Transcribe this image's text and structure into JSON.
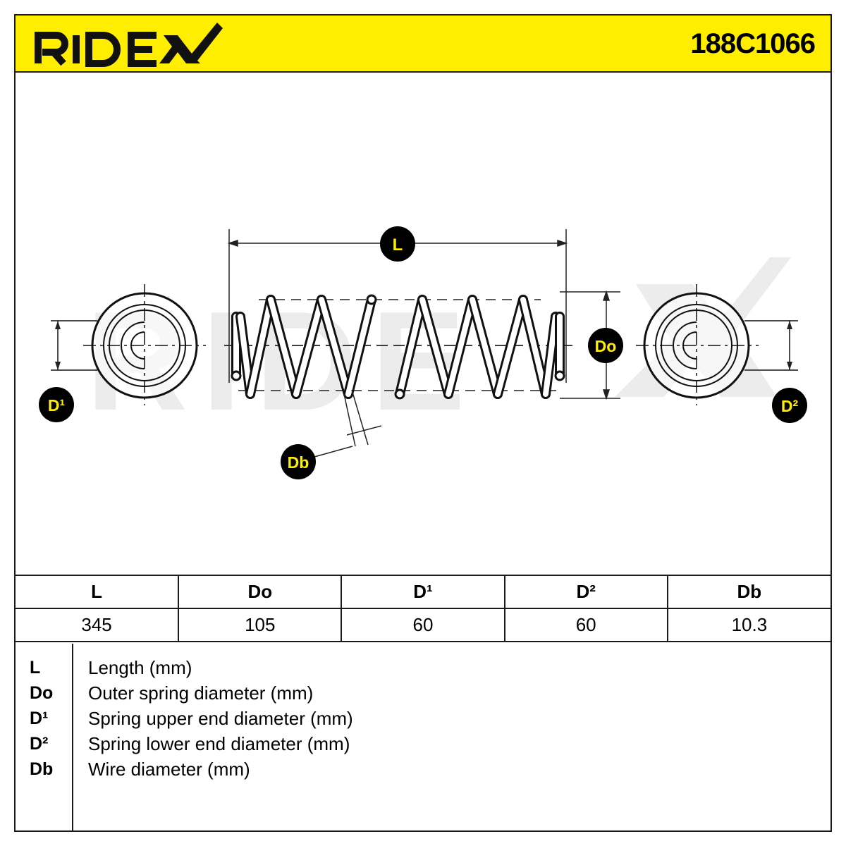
{
  "header": {
    "brand": "RIDEX",
    "part_number": "188C1066",
    "accent_color": "#ffee00"
  },
  "drawing": {
    "labels": {
      "length": "L",
      "outer_diameter": "Do",
      "upper_end_diameter": "D¹",
      "lower_end_diameter": "D²",
      "wire_diameter": "Db"
    },
    "watermark": "RIDEX"
  },
  "specs": {
    "headers": [
      "L",
      "Do",
      "D¹",
      "D²",
      "Db"
    ],
    "values": [
      "345",
      "105",
      "60",
      "60",
      "10.3"
    ]
  },
  "legend": [
    {
      "symbol": "L",
      "description": "Length (mm)"
    },
    {
      "symbol": "Do",
      "description": "Outer spring diameter (mm)"
    },
    {
      "symbol": "D¹",
      "description": "Spring upper end diameter (mm)"
    },
    {
      "symbol": "D²",
      "description": "Spring lower end diameter (mm)"
    },
    {
      "symbol": "Db",
      "description": "Wire diameter (mm)"
    }
  ]
}
